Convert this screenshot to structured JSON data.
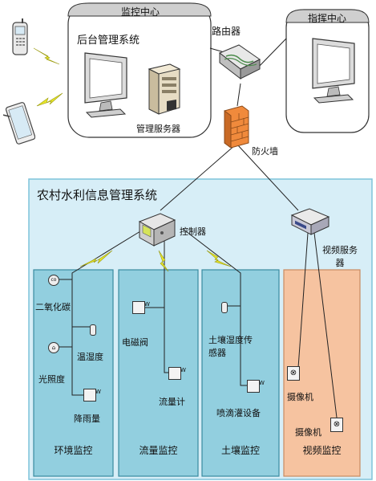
{
  "monitor_center": {
    "title": "监控中心",
    "subsystem": "后台管理系统",
    "server_label": "管理服务器"
  },
  "router_label": "路由器",
  "command_center": {
    "title": "指挥中心"
  },
  "firewall_label": "防火墙",
  "system": {
    "title": "农村水利信息管理系统",
    "controller_label": "控制器",
    "video_server_label": "视频服务器"
  },
  "panels": [
    {
      "title": "环境监控",
      "sensors": [
        "二氧化碳",
        "温湿度",
        "光照度",
        "降雨量"
      ]
    },
    {
      "title": "流量监控",
      "sensors": [
        "电磁阀",
        "流量计"
      ]
    },
    {
      "title": "土壤监控",
      "sensors": [
        "土壤湿度传感器",
        "喷滴灌设备"
      ]
    },
    {
      "title": "视频监控",
      "sensors": [
        "摄像机",
        "摄像机"
      ]
    }
  ],
  "colors": {
    "system_bg": "#d7eef7",
    "panel_bg": "#92cfdf",
    "video_panel_bg": "#f6c3a0",
    "firewall": "#f08a3c",
    "bolt": "#e7e62a"
  }
}
